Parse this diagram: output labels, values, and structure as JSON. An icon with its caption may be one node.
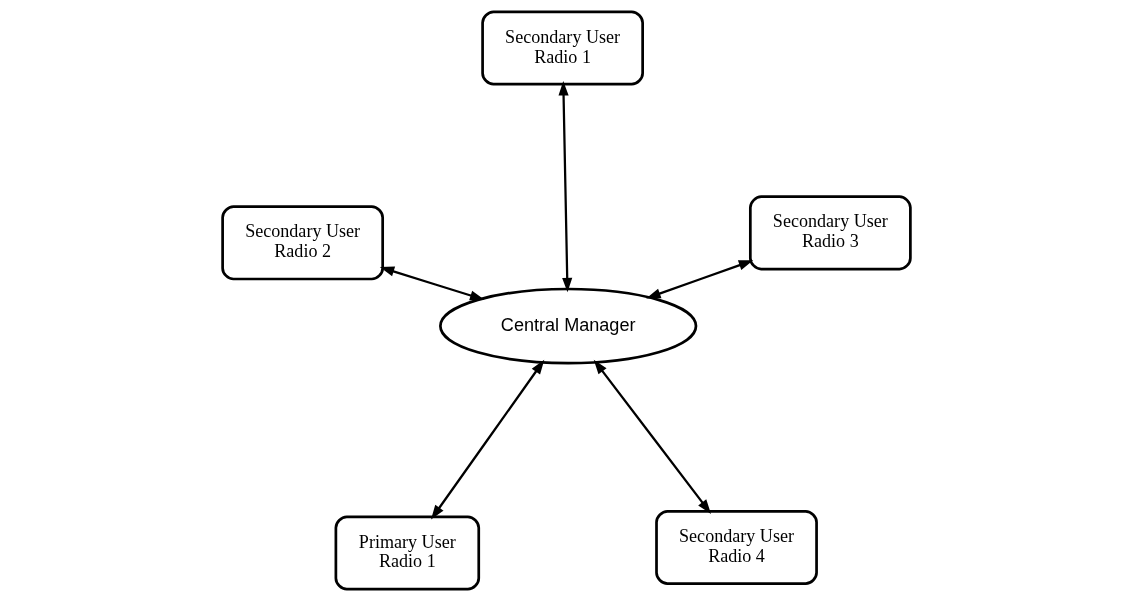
{
  "diagram": {
    "nodes": [
      {
        "text": [
          "Primary User Radio 1"
        ]
      },
      {
        "text": [
          "Secondary User Radio 4"
        ]
      },
      {
        "text": [
          "Central Manager"
        ]
      },
      {
        "text": [
          "Secondary User Radio 1"
        ]
      },
      {
        "text": [
          "Secondary User Radio 3"
        ]
      },
      {
        "text": [
          "Secondary User Radio 2"
        ]
      }
    ],
    "edges": [
      {
        "from": 0,
        "to": 2,
        "arrow": "both"
      },
      {
        "from": 1,
        "to": 2,
        "arrow": "both"
      },
      {
        "from": 3,
        "to": 2,
        "arrow": "both"
      },
      {
        "from": 2,
        "to": 4,
        "arrow": "both"
      },
      {
        "from": 2,
        "to": 5,
        "arrow": "both"
      }
    ]
  }
}
